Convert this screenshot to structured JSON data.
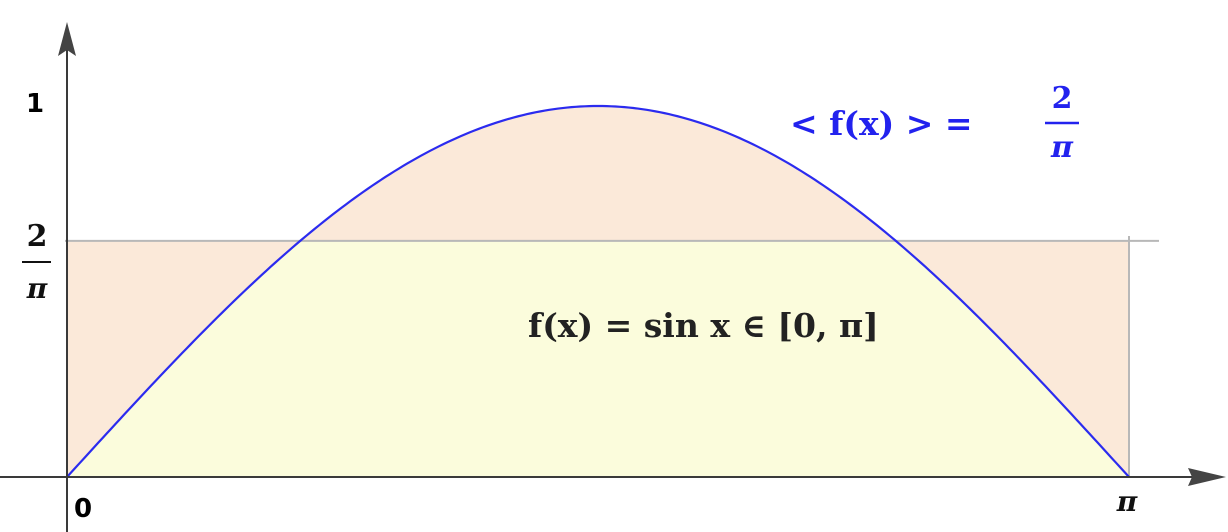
{
  "chart_data": {
    "type": "area",
    "function_label": "f(x) = sin x  ∈  [0, π]",
    "mean_label": "< f(x) > =",
    "mean_value_numerator": "2",
    "mean_value_denominator": "π",
    "x_range": [
      0,
      3.14159
    ],
    "y_range": [
      0,
      1
    ],
    "x_ticks": [
      {
        "value": 0,
        "label": "0"
      },
      {
        "value": 3.14159,
        "label": "π"
      }
    ],
    "y_ticks": [
      {
        "value": 1,
        "label": "1"
      },
      {
        "value": 0.63662,
        "label_numerator": "2",
        "label_denominator": "π"
      }
    ],
    "series": [
      {
        "function": "sin",
        "x_start": 0,
        "x_end": 3.14159,
        "mean": 0.63662
      }
    ],
    "colors": {
      "curve": "#2b2bef",
      "area_above_mean": "#fbe9d9",
      "area_below_mean": "#fbfcdc",
      "mean_line": "#b8b8b8",
      "axis": "#3a3a3a",
      "mean_text": "#2222ee"
    }
  }
}
